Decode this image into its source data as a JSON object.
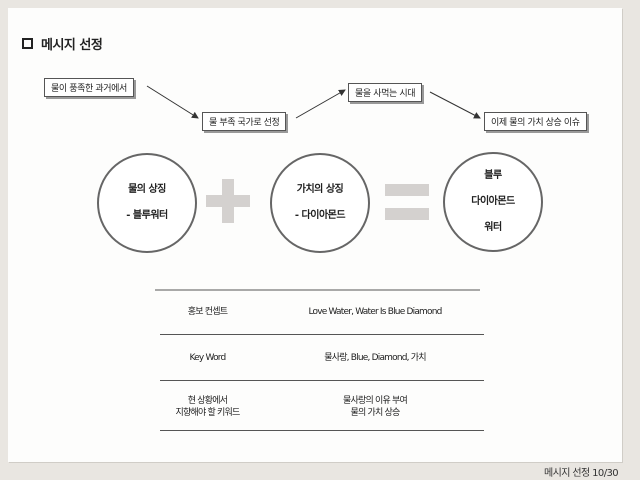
{
  "slide": {
    "title": "메시지 선정",
    "flow": {
      "step1": "물이 풍족한 과거에서",
      "step2": "물 부족 국가로 선정",
      "step3": "물을 사먹는 시대",
      "step4": "이제 물의 가치 상승 이슈"
    },
    "equation": {
      "circle1": {
        "line1": "물의 상징",
        "line2": "- 블루워터"
      },
      "circle2": {
        "line1": "가치의 상징",
        "line2": "- 다이아몬드"
      },
      "result": {
        "line1": "블루",
        "line2": "다이아몬드",
        "line3": "워터"
      }
    },
    "table": {
      "rows": [
        {
          "label": "홍보 컨셉트",
          "value": "Love Water, Water Is Blue Diamond"
        },
        {
          "label": "Key Word",
          "value": "물사랑, Blue, Diamond, 가치"
        },
        {
          "label_line1": "현 상황에서",
          "label_line2": "지향해야 할 키워드",
          "value_line1": "물사랑의 이유 부여",
          "value_line2": "물의 가치 상승"
        }
      ]
    },
    "footer": "메시지 선정 10/30"
  }
}
